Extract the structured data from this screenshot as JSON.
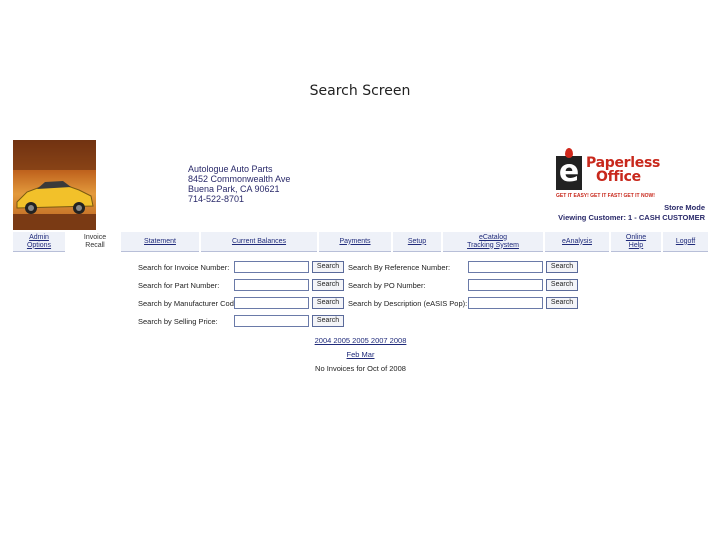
{
  "slide_title": "Search Screen",
  "company": {
    "line1": "Autologue Auto Parts",
    "line2": "8452 Commonwealth Ave",
    "line3": "Buena Park, CA 90621",
    "line4": "714-522-8701"
  },
  "logo": {
    "name_line1": "Paperless",
    "name_line2": "Office",
    "tagline": "GET IT EASY! GET IT FAST! GET IT NOW!"
  },
  "store_mode": "Store Mode",
  "viewing_customer": "Viewing Customer: 1 - CASH CUSTOMER",
  "nav": {
    "items": [
      {
        "line1": "Admin",
        "line2": "Options"
      },
      {
        "line1": "Invoice",
        "line2": "Recall"
      },
      {
        "line1": "Statement",
        "line2": ""
      },
      {
        "line1": "Current Balances",
        "line2": ""
      },
      {
        "line1": "Payments",
        "line2": ""
      },
      {
        "line1": "Setup",
        "line2": ""
      },
      {
        "line1": "eCatalog",
        "line2": "Tracking System"
      },
      {
        "line1": "eAnalysis",
        "line2": ""
      },
      {
        "line1": "Online",
        "line2": "Help"
      },
      {
        "line1": "Logoff",
        "line2": ""
      }
    ]
  },
  "search": {
    "button_label": "Search",
    "left": [
      "Search for Invoice Number:",
      "Search for Part Number:",
      "Search by Manufacturer Code:",
      "Search by Selling Price:"
    ],
    "right": [
      "Search By Reference Number:",
      "Search by PO Number:",
      "Search by Description (eASIS Pop):"
    ]
  },
  "footer": {
    "years": "2004 2005 2005 2007 2008",
    "month": "Feb Mar",
    "note": "No Invoices for Oct of 2008"
  },
  "colors": {
    "nav_bg": "#eef1f8",
    "link": "#1f2a7a",
    "logo_red": "#c8281c"
  }
}
